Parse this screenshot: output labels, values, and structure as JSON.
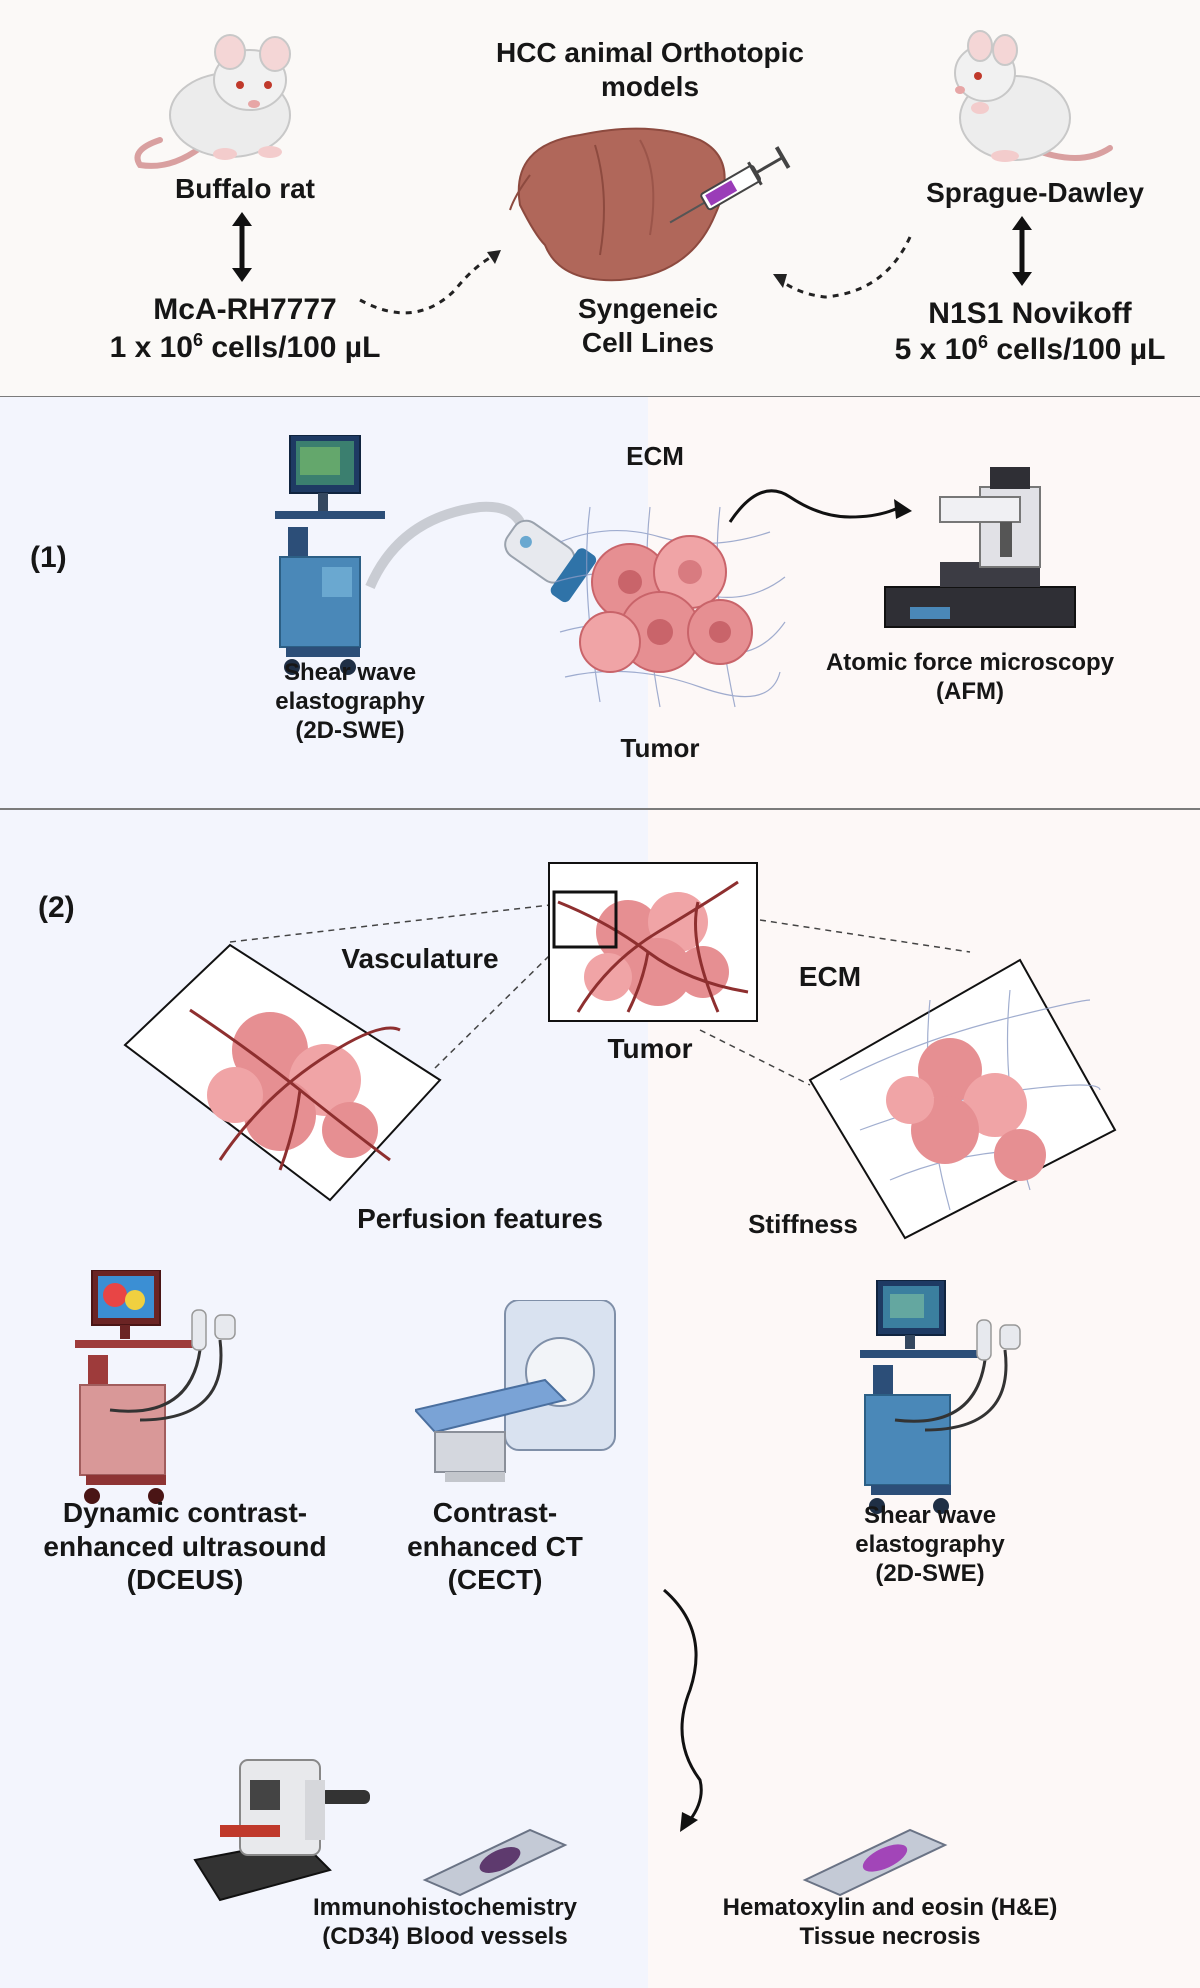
{
  "top": {
    "title_line1": "HCC animal Orthotopic",
    "title_line2": "models",
    "left_animal": "Buffalo rat",
    "left_cell_line": "McA-RH7777",
    "left_dose_prefix": "1 x 10",
    "left_dose_exp": "6",
    "left_dose_suffix": " cells/100 µL",
    "right_animal": "Sprague-Dawley",
    "right_cell_line": "N1S1 Novikoff",
    "right_dose_prefix": "5 x 10",
    "right_dose_exp": "6",
    "right_dose_suffix": " cells/100 µL",
    "center_line1": "Syngeneic",
    "center_line2": "Cell Lines"
  },
  "section1": {
    "number": "(1)",
    "ecm": "ECM",
    "tumor": "Tumor",
    "swe_line1": "Shear wave",
    "swe_line2": "elastography",
    "swe_line3": "(2D-SWE)",
    "afm_line1": "Atomic force microscopy",
    "afm_line2": "(AFM)"
  },
  "section2": {
    "number": "(2)",
    "vasculature": "Vasculature",
    "ecm": "ECM",
    "tumor": "Tumor",
    "perfusion": "Perfusion features",
    "stiffness": "Stiffness",
    "dceus_line1": "Dynamic contrast-",
    "dceus_line2": "enhanced ultrasound",
    "dceus_line3": "(DCEUS)",
    "cect_line1": "Contrast-",
    "cect_line2": "enhanced CT",
    "cect_line3": "(CECT)",
    "swe_line1": "Shear wave",
    "swe_line2": "elastography",
    "swe_line3": "(2D-SWE)",
    "ihc_line1": "Immunohistochemistry",
    "ihc_line2": "(CD34) Blood vessels",
    "he_line1": "Hematoxylin and eosin (H&E)",
    "he_line2": "Tissue necrosis"
  },
  "colors": {
    "liver": "#b0675a",
    "tumor": "#e68f92",
    "vessel": "#8e2f2f",
    "ecm": "#8a9ac4",
    "machine_blue": "#4a88b8",
    "machine_red": "#b45a5a",
    "syringe_purple": "#9a3cb8"
  }
}
